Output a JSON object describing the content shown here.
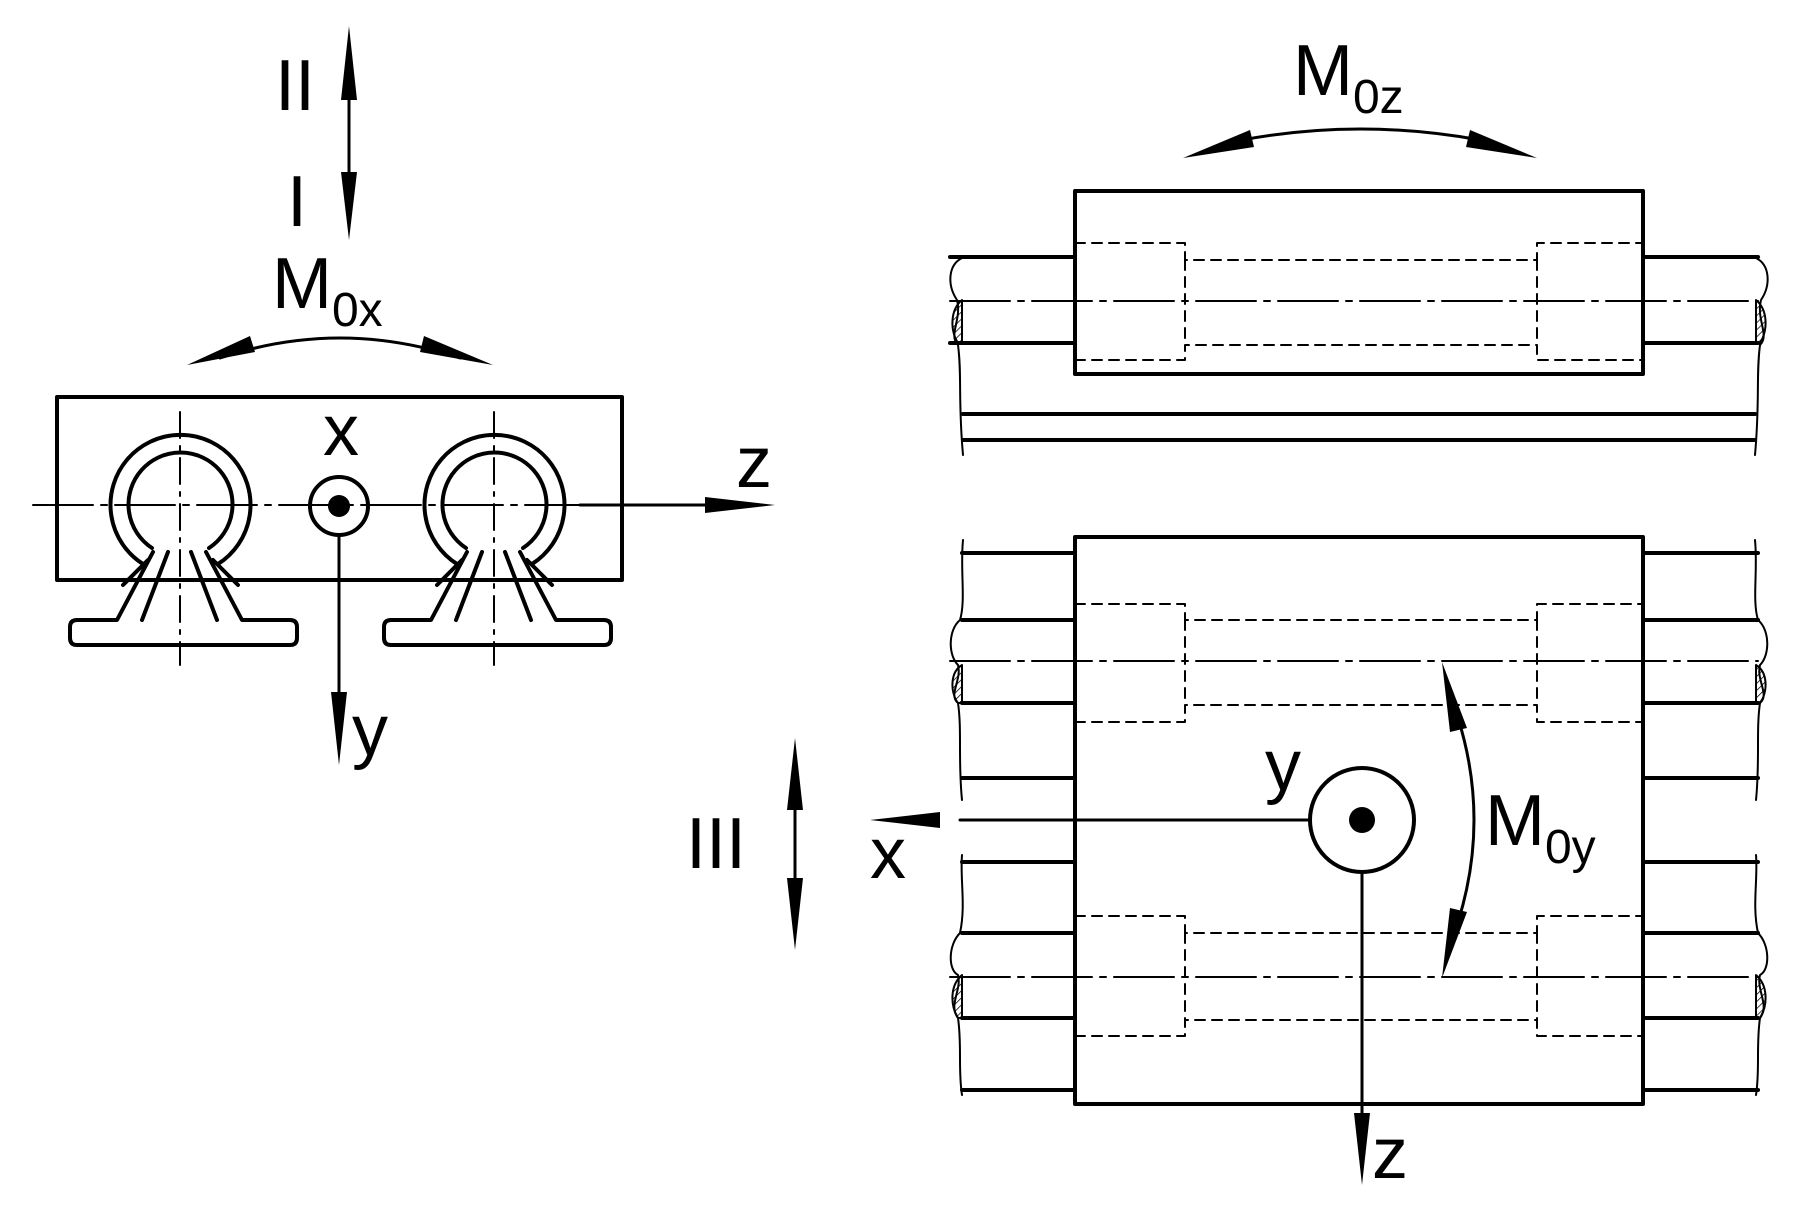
{
  "colors": {
    "ink": "#000000",
    "paper": "#ffffff"
  },
  "left_view": {
    "direction_upper": "II",
    "direction_lower": "I",
    "moment_main": "M",
    "moment_sub": "0x",
    "axis_x": "x",
    "axis_y": "y",
    "axis_z": "z"
  },
  "top_right_view": {
    "moment_main": "M",
    "moment_sub": "0z"
  },
  "bottom_right_view": {
    "direction": "III",
    "moment_main": "M",
    "moment_sub": "0y",
    "axis_x": "x",
    "axis_y": "y",
    "axis_z": "z"
  }
}
